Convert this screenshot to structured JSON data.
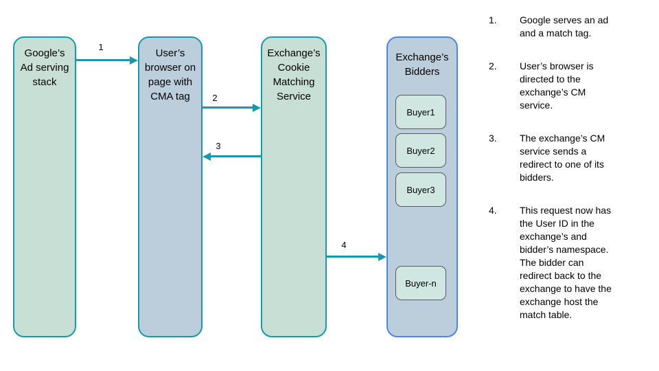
{
  "diagram": {
    "nodes": [
      {
        "id": "google-ad-stack",
        "title": "Google’s\nAd serving\nstack"
      },
      {
        "id": "user-browser",
        "title": "User’s\nbrowser on\npage with\nCMA tag"
      },
      {
        "id": "cookie-matching",
        "title": "Exchange’s\nCookie\nMatching\nService"
      },
      {
        "id": "bidders",
        "title": "Exchange’s\nBidders",
        "buyers": [
          "Buyer1",
          "Buyer2",
          "Buyer3",
          "Buyer-n"
        ]
      }
    ],
    "arrows": [
      {
        "label": "1",
        "from": "google-ad-stack",
        "to": "user-browser"
      },
      {
        "label": "2",
        "from": "user-browser",
        "to": "cookie-matching"
      },
      {
        "label": "3",
        "from": "cookie-matching",
        "to": "user-browser"
      },
      {
        "label": "4",
        "from": "cookie-matching",
        "to": "bidders"
      }
    ]
  },
  "steps": [
    {
      "number": "1.",
      "text": "Google serves an ad\nand a match tag."
    },
    {
      "number": "2.",
      "text": "User’s browser is\ndirected to the\nexchange’s CM\nservice."
    },
    {
      "number": "3.",
      "text": "The exchange’s CM\nservice sends a\nredirect to one of its\nbidders."
    },
    {
      "number": "4.",
      "text": "This request now has\nthe User ID in the\nexchange’s and\nbidder’s namespace.\nThe bidder can\nredirect back to the\nexchange to have the\nexchange host the\nmatch table."
    }
  ],
  "colors": {
    "teal": "#1898ac",
    "greenFill": "#c8dfd5",
    "blueFill": "#bccddc",
    "blueBorder": "#4a86e8",
    "buyerFill": "#cfe7e0",
    "buyerBorder": "#595959",
    "textColor": "#000000"
  }
}
